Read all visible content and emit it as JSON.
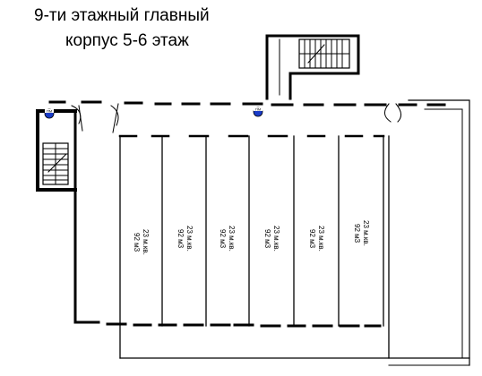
{
  "title": {
    "line1": "9-ти этажный главный",
    "line2": "корпус 5-6 этаж"
  },
  "rooms": [
    {
      "area": "23 м.кв.",
      "volume": "92 м3",
      "facing": "down"
    },
    {
      "area": "23 м.кв.",
      "volume": "92 м3",
      "facing": "up"
    },
    {
      "area": "23 м.кв.",
      "volume": "92 м3",
      "facing": "down"
    },
    {
      "area": "23 м.кв.",
      "volume": "92 м3",
      "facing": "down"
    },
    {
      "area": "23 м.кв.",
      "volume": "92 м3",
      "facing": "down"
    },
    {
      "area": "23 м.кв.",
      "volume": "92 м3",
      "facing": "up"
    }
  ],
  "markers": [
    {
      "label": "ПМ",
      "color": "#1a3cc8"
    },
    {
      "label": "ПМ",
      "color": "#1a3cc8"
    }
  ],
  "colors": {
    "line": "#000000",
    "background": "#ffffff"
  }
}
